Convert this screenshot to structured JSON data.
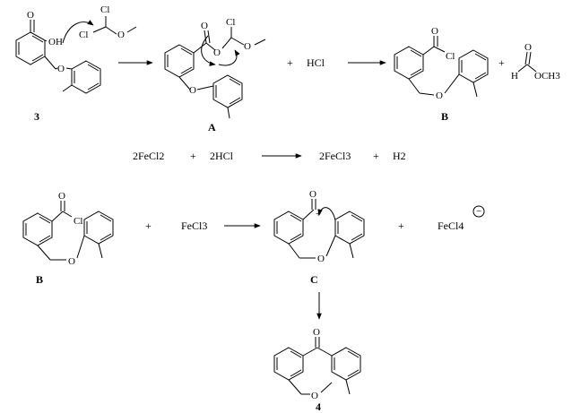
{
  "row1": {
    "compound_3": {
      "label": "3",
      "atoms": {
        "cl_top": "Cl",
        "cl_left": "Cl",
        "oh": "OH",
        "ether_o": "O",
        "o_methoxy": "O"
      }
    },
    "intermediate_A": {
      "label": "A",
      "atoms": {
        "cl": "Cl",
        "o_carbonyl": "O",
        "o_ester": "O",
        "o_methoxy": "O",
        "ether_o": "O"
      }
    },
    "plus1": "+",
    "hcl": "HCl",
    "product_B": {
      "label": "B",
      "atoms": {
        "o": "O",
        "cl": "Cl",
        "ether_o": "O"
      }
    },
    "plus2": "+",
    "formate": {
      "o": "O",
      "h": "H",
      "och3": "OCH3"
    }
  },
  "row2": {
    "reactant1": "2FeCl2",
    "plus1": "+",
    "reactant2": "2HCl",
    "product1": "2FeCl3",
    "plus2": "+",
    "product2": "H2"
  },
  "row3": {
    "compound_B": {
      "label": "B",
      "atoms": {
        "o": "O",
        "cl": "Cl",
        "ether_o": "O"
      }
    },
    "plus1": "+",
    "fecl3": "FeCl3",
    "cation_C": {
      "label": "C",
      "atoms": {
        "o": "O",
        "plus": "+",
        "ether_o": "O"
      }
    },
    "plus2": "+",
    "fecl4": "FeCl4",
    "minus": "−"
  },
  "final_4": {
    "label": "4",
    "atoms": {
      "o_ketone": "O",
      "o_ether": "O"
    }
  }
}
